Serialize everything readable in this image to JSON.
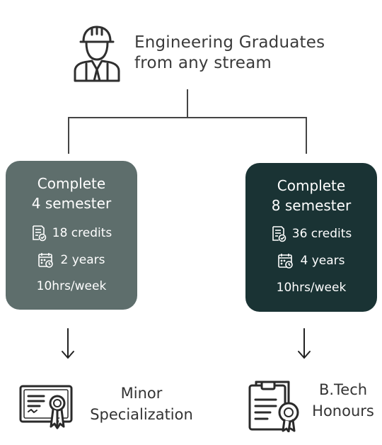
{
  "header": {
    "line1": "Engineering Graduates",
    "line2": "from any stream",
    "icon": "engineer-hardhat-icon"
  },
  "paths": [
    {
      "title_line1": "Complete",
      "title_line2": "4 semester",
      "credits": "18 credits",
      "duration": "2 years",
      "effort": "10hrs/week",
      "outcome_line1": "Minor",
      "outcome_line2": "Specialization",
      "card_color": "#5e6e6c",
      "outcome_icon": "certificate-icon"
    },
    {
      "title_line1": "Complete",
      "title_line2": "8 semester",
      "credits": "36 credits",
      "duration": "4 years",
      "effort": "10hrs/week",
      "outcome_line1": "B.Tech",
      "outcome_line2": "Honours",
      "card_color": "#1a3334",
      "outcome_icon": "document-badge-icon"
    }
  ],
  "colors": {
    "text": "#333333",
    "card_text": "#ffffff",
    "line": "#444444"
  }
}
